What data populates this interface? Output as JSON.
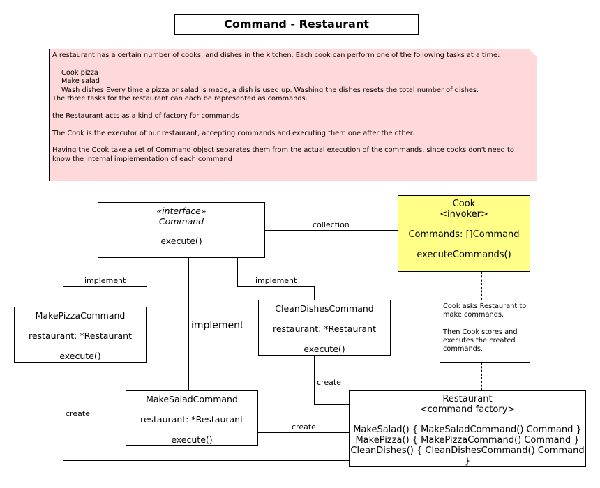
{
  "title": "Command - Restaurant",
  "main_note": {
    "intro": "A restaurant has a certain number of cooks, and dishes in the kitchen. Each cook can perform one of the following tasks at a time:",
    "task_1": "Cook pizza",
    "task_2": "Make salad",
    "task_3": "Wash dishes Every time a pizza or salad is made, a dish is used up. Washing the dishes resets the total number of dishes.",
    "para_1": "The three tasks for the restaurant can each be represented as commands.",
    "para_2": "the Restaurant acts as a kind of factory for commands",
    "para_3": "The Cook is the executor of our restaurant, accepting commands and executing them one after the other.",
    "para_4": "Having the Cook take a set of Command object separates them from the actual execution of the commands, since cooks don't need to know the internal implementation of each command"
  },
  "command": {
    "stereotype": "«interface»",
    "name": "Command",
    "method": "execute()"
  },
  "cook": {
    "name": "Cook",
    "stereotype": "<invoker>",
    "field": "Commands: []Command",
    "method": "executeCommands()"
  },
  "make_pizza": {
    "name": "MakePizzaCommand",
    "field": "restaurant: *Restaurant",
    "method": "execute()"
  },
  "clean_dishes": {
    "name": "CleanDishesCommand",
    "field": "restaurant: *Restaurant",
    "method": "execute()"
  },
  "make_salad": {
    "name": "MakeSaladCommand",
    "field": "restaurant: *Restaurant",
    "method": "execute()"
  },
  "restaurant": {
    "name": "Restaurant",
    "stereotype": "<command factory>",
    "method_1": "MakeSalad() { MakeSaladCommand() Command }",
    "method_2": "MakePizza() { MakePizzaCommand() Command }",
    "method_3": "CleanDishes() { CleanDishesCommand() Command }"
  },
  "cook_note": {
    "line_1": "Cook asks Restaurant to make commands.",
    "line_2": "Then Cook stores and executes the created commands."
  },
  "edges": {
    "collection": "collection",
    "implement_pizza": "implement",
    "implement_salad": "implement",
    "implement_clean": "implement",
    "create_pizza": "create",
    "create_salad": "create",
    "create_clean": "create"
  },
  "colors": {
    "note_fill": "#ffd9d9",
    "cook_fill": "#ffff88"
  }
}
